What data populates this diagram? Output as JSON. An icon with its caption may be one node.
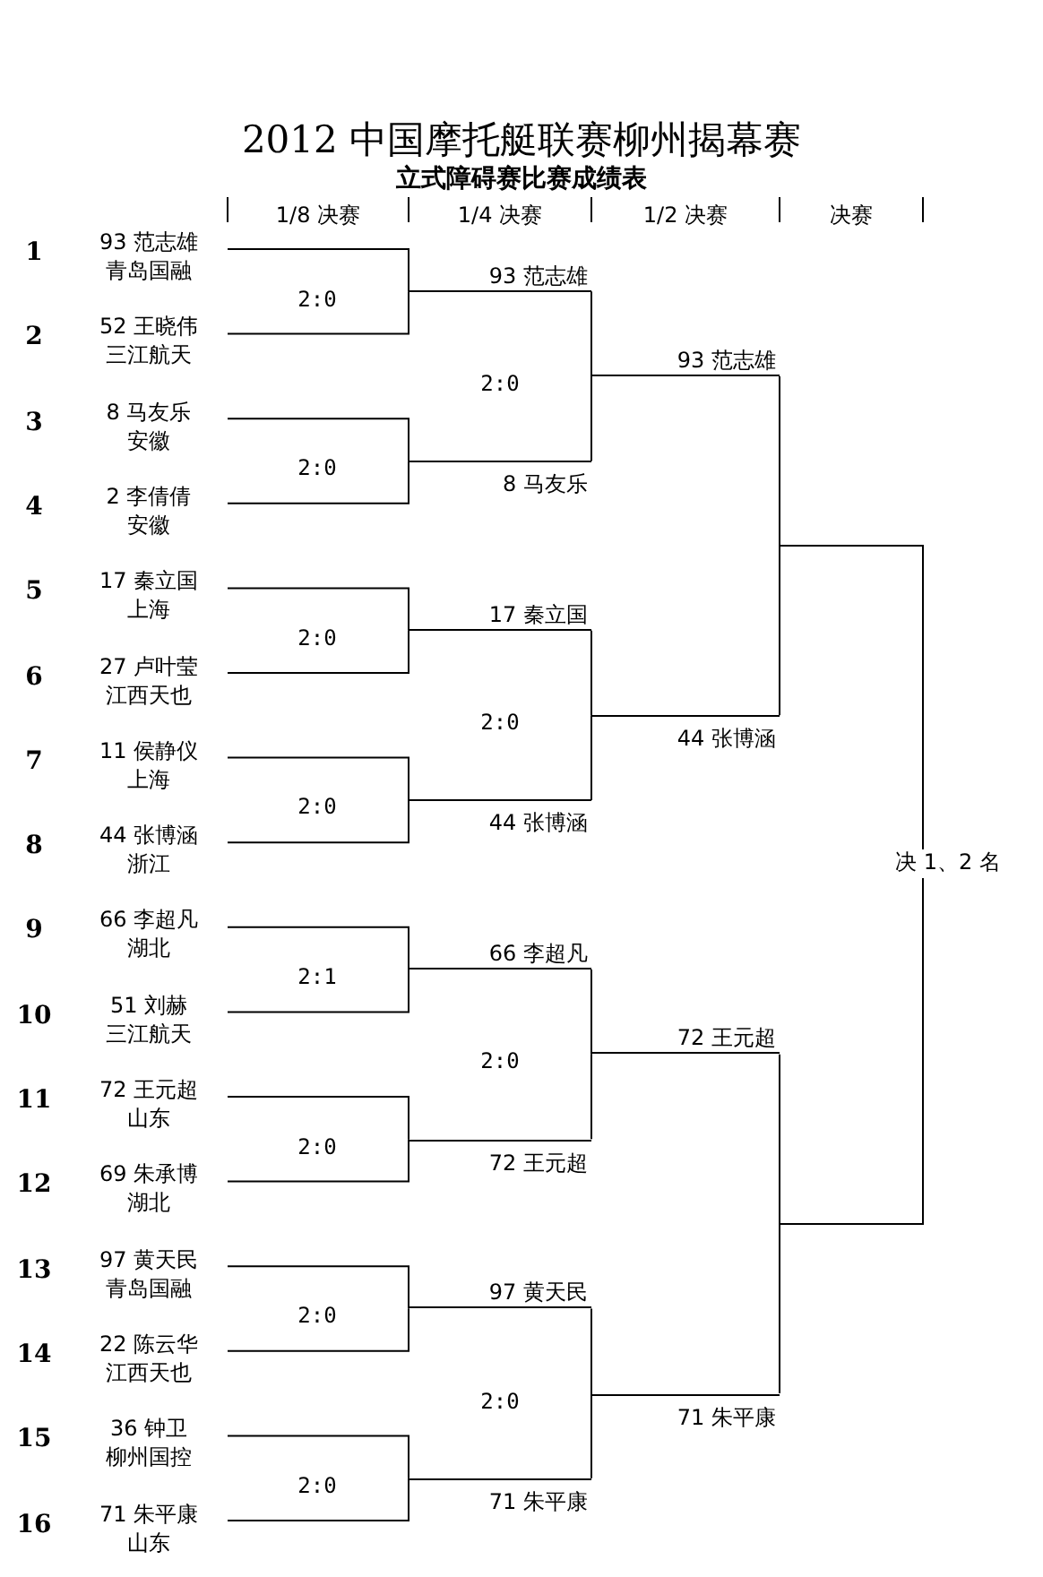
{
  "diagram": {
    "title": "2012 中国摩托艇联赛柳州揭幕赛",
    "nodes": [
      {
        "text": [
          "93 范志雄",
          "青岛国融"
        ]
      },
      {
        "text": [
          "52 王晓伟",
          "三江航天"
        ]
      },
      {
        "text": [
          "8 马友乐",
          "安徽"
        ]
      },
      {
        "text": [
          "2 李倩倩",
          "安徽"
        ]
      },
      {
        "text": [
          "17 秦立国",
          "上海"
        ]
      },
      {
        "text": [
          "27 卢叶莹",
          "江西天也"
        ]
      },
      {
        "text": [
          "11 侯静仪",
          "上海"
        ]
      },
      {
        "text": [
          "44 张博涵",
          "浙江"
        ]
      },
      {
        "text": [
          "66 李超凡",
          "湖北"
        ]
      },
      {
        "text": [
          "51 刘赫",
          "三江航天"
        ]
      },
      {
        "text": [
          "72 王元超",
          "山东"
        ]
      },
      {
        "text": [
          "69 朱承博",
          "湖北"
        ]
      },
      {
        "text": [
          "97 黄天民",
          "青岛国融"
        ]
      },
      {
        "text": [
          "22 陈云华",
          "江西天也"
        ]
      },
      {
        "text": [
          "36 钟卫",
          "柳州国控"
        ]
      },
      {
        "text": [
          "71 朱平康",
          "山东"
        ]
      },
      {
        "text": [
          "93 范志雄"
        ]
      },
      {
        "text": [
          "8 马友乐"
        ]
      },
      {
        "text": [
          "17 秦立国"
        ]
      },
      {
        "text": [
          "44 张博涵"
        ]
      },
      {
        "text": [
          "66 李超凡"
        ]
      },
      {
        "text": [
          "72 王元超"
        ]
      },
      {
        "text": [
          "97 黄天民"
        ]
      },
      {
        "text": [
          "71 朱平康"
        ]
      },
      {
        "text": [
          "93 范志雄"
        ]
      },
      {
        "text": [
          "44 张博涵"
        ]
      },
      {
        "text": [
          "72 王元超"
        ]
      },
      {
        "text": [
          "71 朱平康"
        ]
      },
      {
        "text": [
          "决 1、2 名"
        ]
      }
    ],
    "edges": [
      {
        "from": 0,
        "to": 16,
        "arrow": "none"
      },
      {
        "from": 1,
        "to": 16,
        "arrow": "none"
      },
      {
        "from": 2,
        "to": 17,
        "arrow": "none"
      },
      {
        "from": 3,
        "to": 17,
        "arrow": "none"
      },
      {
        "from": 4,
        "to": 18,
        "arrow": "none"
      },
      {
        "from": 5,
        "to": 18,
        "arrow": "none"
      },
      {
        "from": 6,
        "to": 19,
        "arrow": "none"
      },
      {
        "from": 7,
        "to": 19,
        "arrow": "none"
      },
      {
        "from": 8,
        "to": 20,
        "arrow": "none"
      },
      {
        "from": 9,
        "to": 20,
        "arrow": "none"
      },
      {
        "from": 10,
        "to": 21,
        "arrow": "none"
      },
      {
        "from": 11,
        "to": 21,
        "arrow": "none"
      },
      {
        "from": 12,
        "to": 22,
        "arrow": "none"
      },
      {
        "from": 13,
        "to": 22,
        "arrow": "none"
      },
      {
        "from": 14,
        "to": 23,
        "arrow": "none"
      },
      {
        "from": 15,
        "to": 23,
        "arrow": "none"
      },
      {
        "from": 16,
        "to": 24,
        "arrow": "none"
      },
      {
        "from": 17,
        "to": 24,
        "arrow": "none"
      },
      {
        "from": 18,
        "to": 25,
        "arrow": "none"
      },
      {
        "from": 19,
        "to": 25,
        "arrow": "none"
      },
      {
        "from": 20,
        "to": 26,
        "arrow": "none"
      },
      {
        "from": 21,
        "to": 26,
        "arrow": "none"
      },
      {
        "from": 22,
        "to": 27,
        "arrow": "none"
      },
      {
        "from": 23,
        "to": 27,
        "arrow": "none"
      },
      {
        "from": 24,
        "to": 28,
        "arrow": "none"
      },
      {
        "from": 25,
        "to": 28,
        "arrow": "none"
      },
      {
        "from": 26,
        "to": 28,
        "arrow": "none"
      },
      {
        "from": 27,
        "to": 28,
        "arrow": "none"
      }
    ],
    "labels": [
      "立式障碍赛比赛成绩表",
      "1/8 决赛",
      "1/4 决赛",
      "1/2 决赛",
      "决赛",
      "1",
      "2",
      "3",
      "4",
      "5",
      "6",
      "7",
      "8",
      "9",
      "10",
      "11",
      "12",
      "13",
      "14",
      "15",
      "16",
      "2:0",
      "2:0",
      "2:0",
      "2:0",
      "2:1",
      "2:0",
      "2:0",
      "2:0",
      "2:0",
      "2:0",
      "2:0",
      "2:0"
    ]
  }
}
